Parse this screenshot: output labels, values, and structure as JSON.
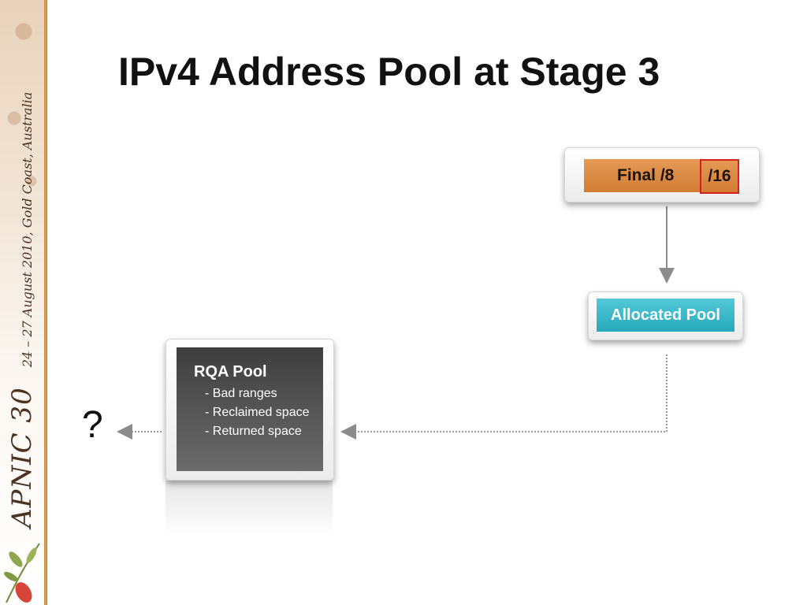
{
  "slide": {
    "title": "IPv4 Address Pool at Stage 3"
  },
  "sidebar": {
    "brand": "APNIC 30",
    "event": "24 – 27 August 2010, Gold Coast, Australia"
  },
  "diagram": {
    "final_box": {
      "label": "Final /8",
      "sub_label": "/16",
      "color": "#e08c45",
      "highlight_color": "#d62020"
    },
    "allocated_box": {
      "label": "Allocated Pool",
      "color": "#3cb9cb"
    },
    "rqa_box": {
      "title": "RQA Pool",
      "items": [
        "- Bad ranges",
        "- Reclaimed space",
        "- Returned space"
      ],
      "color": "#555555"
    },
    "question": "?"
  }
}
